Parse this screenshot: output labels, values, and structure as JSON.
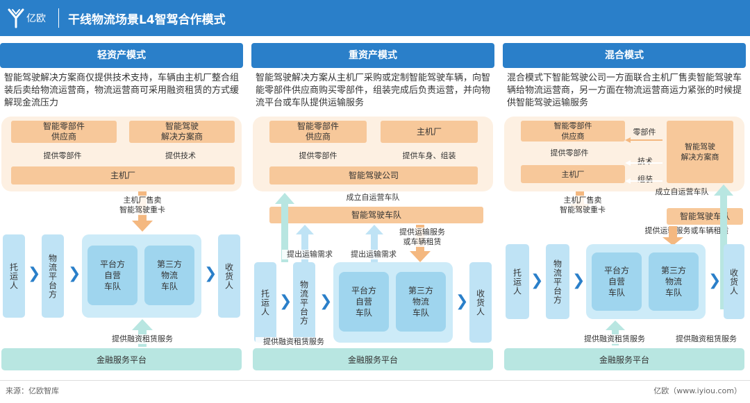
{
  "header": {
    "logo_text": "亿欧",
    "title": "干线物流场景L4智驾合作模式"
  },
  "colors": {
    "primary": "#2a7fc9",
    "peach_bg": "#fdf0e2",
    "orange_box": "#f7c89a",
    "light_blue": "#bfe3f5",
    "teal": "#b8e6e1"
  },
  "light": {
    "heading": "轻资产模式",
    "description": "智能驾驶解决方案商仅提供技术支持，车辆由主机厂整合组装后卖给物流运营商，物流运营商可采用融资租赁的方式缓解现金流压力",
    "box_parts": "智能零部件\n供应商",
    "box_adas": "智能驾驶\n解决方案商",
    "label_parts": "提供零部件",
    "label_tech": "提供技术",
    "box_oem": "主机厂",
    "label_sell": "主机厂售卖\n智能驾驶重卡",
    "shipper": "托运人",
    "platform": "物流平台方",
    "fleet_own": "平台方\n自营\n车队",
    "fleet_third": "第三方\n物流\n车队",
    "receiver": "收货人",
    "label_finance": "提供融资租赁服务",
    "finance": "金融服务平台"
  },
  "heavy": {
    "heading": "重资产模式",
    "description": "智能驾驶解决方案从主机厂采购或定制智能驾驶车辆，向智能零部件供应商购买零部件，组装完成后负责运营，并向物流平台或车队提供运输服务",
    "box_parts": "智能零部件\n供应商",
    "box_oem": "主机厂",
    "label_parts": "提供零部件",
    "label_body": "提供车身、组装",
    "box_company": "智能驾驶公司",
    "label_self_fleet": "成立自运营车队",
    "box_fleet": "智能驾驶车队",
    "label_transport": "提供运输服务\n或车辆租赁",
    "label_demand1": "提出运输需求",
    "label_demand2": "提出运输需求",
    "shipper": "托运人",
    "platform": "物流平台方",
    "fleet_own": "平台方\n自营\n车队",
    "fleet_third": "第三方\n物流\n车队",
    "receiver": "收货人",
    "label_finance": "提供融资租赁服务",
    "finance": "金融服务平台"
  },
  "mixed": {
    "heading": "混合模式",
    "description": "混合模式下智能驾驶公司一方面联合主机厂售卖智能驾驶车辆给物流运营商，另一方面在物流运营商运力紧张的时候提供智能驾驶运输服务",
    "box_parts": "智能零部件\n供应商",
    "box_oem": "主机厂",
    "box_adas": "智能驾驶\n解决方案商",
    "label_parts_top": "零部件",
    "label_parts": "提供零部件",
    "label_tech": "技术",
    "label_assemble": "组装",
    "label_self_fleet": "成立自运营车队",
    "label_sell": "主机厂售卖\n智能驾驶重卡",
    "box_fleet": "智能驾驶车队",
    "label_transport": "提供运输服务或车辆租赁",
    "shipper": "托运人",
    "platform": "物流平台方",
    "fleet_own": "平台方\n自营\n车队",
    "fleet_third": "第三方\n物流\n车队",
    "receiver": "收货人",
    "label_finance1": "提供融资租赁服务",
    "label_finance2": "提供融资租赁服务",
    "finance": "金融服务平台"
  },
  "footer": {
    "source": "来源：亿欧智库",
    "site": "亿欧（www.iyiou.com）"
  }
}
